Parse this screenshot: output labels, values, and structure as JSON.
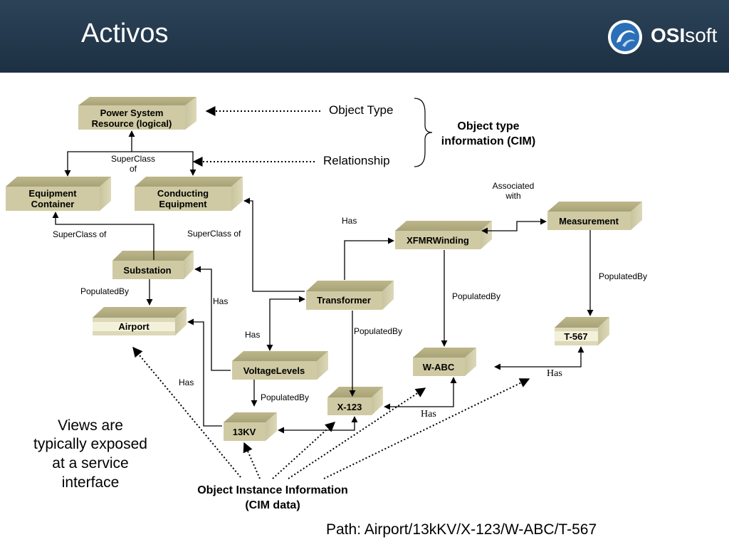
{
  "slide": {
    "title": "Activos",
    "logo": {
      "brand_bold": "OSI",
      "brand_rest": "soft"
    }
  },
  "nodes": {
    "power_system": [
      "Power System",
      "Resource (logical)"
    ],
    "equipment_container": [
      "Equipment",
      "Container"
    ],
    "conducting_equipment": [
      "Conducting",
      "Equipment"
    ],
    "substation": "Substation",
    "airport": "Airport",
    "transformer": "Transformer",
    "voltage_levels": "VoltageLevels",
    "kv13": "13KV",
    "x123": "X-123",
    "xfmr_winding": "XFMRWinding",
    "measurement": "Measurement",
    "wabc": "W-ABC",
    "t567": "T-567"
  },
  "edge_labels": {
    "superclass_of_top": [
      "SuperClass",
      "of"
    ],
    "superclass_of_left": "SuperClass of",
    "superclass_of_right": "SuperClass of",
    "populated_by_airport": "PopulatedBy",
    "has_voltage_substation": "Has",
    "has_transformer_voltage": "Has",
    "has_airport_13kv": "Has",
    "has_xfmr": "Has",
    "populated_by_x123": "PopulatedBy",
    "populated_by_13kv": "PopulatedBy",
    "populated_by_wabc": "PopulatedBy",
    "populated_by_t567": "PopulatedBy",
    "associated_with": [
      "Associated",
      "with"
    ],
    "has_x123_wabc": "Has",
    "has_wabc_t567": "Has"
  },
  "legend": {
    "object_type": "Object Type",
    "relationship": "Relationship",
    "cim_info": [
      "Object type",
      "information (CIM)"
    ]
  },
  "notes": {
    "views": [
      "Views are",
      "typically exposed",
      "at a service",
      "interface"
    ],
    "instance_info": [
      "Object Instance Information",
      "(CIM data)"
    ],
    "path": "Path: Airport/13kKV/X-123/W-ABC/T-567"
  }
}
